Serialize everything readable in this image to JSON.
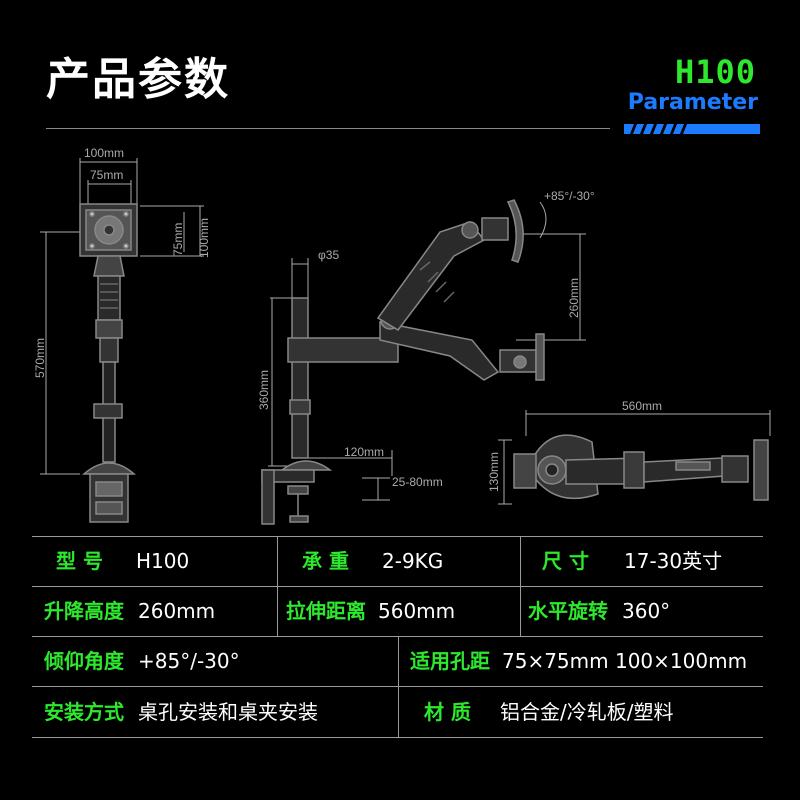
{
  "header": {
    "title": "产品参数",
    "model": "H100",
    "subtitle": "Parameter"
  },
  "diagram": {
    "dim_100mm_top": "100mm",
    "dim_75mm_top": "75mm",
    "dim_75mm_side": "75mm",
    "dim_100mm_side": "100mm",
    "dim_570mm": "570mm",
    "dim_phi35": "φ35",
    "dim_360mm": "360mm",
    "dim_120mm": "120mm",
    "dim_25_80mm": "25-80mm",
    "dim_tilt": "+85°/-30°",
    "dim_260mm": "260mm",
    "dim_560mm": "560mm",
    "dim_130mm": "130mm"
  },
  "specs": {
    "model_label": "型  号",
    "model_value": "H100",
    "load_label": "承  重",
    "load_value": "2-9KG",
    "size_label": "尺  寸",
    "size_value": "17-30英寸",
    "lift_label": "升降高度",
    "lift_value": "260mm",
    "stretch_label": "拉伸距离",
    "stretch_value": "560mm",
    "rotate_label": "水平旋转",
    "rotate_value": "360°",
    "tilt_label": "倾仰角度",
    "tilt_value": "+85°/-30°",
    "vesa_label": "适用孔距",
    "vesa_value": "75×75mm  100×100mm",
    "install_label": "安装方式",
    "install_value": "桌孔安装和桌夹安装",
    "material_label": "材  质",
    "material_value": "铝合金/冷轧板/塑料"
  },
  "colors": {
    "accent_green": "#2ee82e",
    "accent_blue": "#1d7bff"
  }
}
